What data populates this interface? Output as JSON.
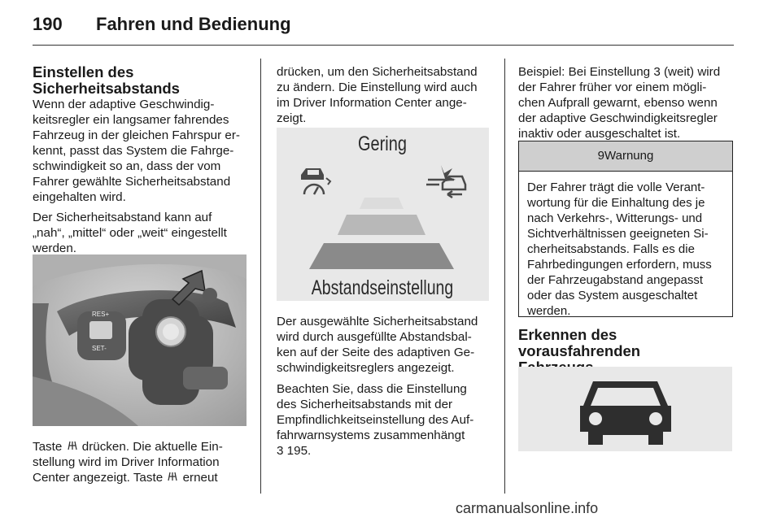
{
  "header": {
    "page_number": "190",
    "title": "Fahren und Bedienung"
  },
  "col1": {
    "heading_line1": "Einstellen des",
    "heading_line2": "Sicherheitsabstands",
    "para1": [
      "Wenn der adaptive Geschwindig-",
      "keitsregler ein langsamer fahrendes",
      "Fahrzeug in der gleichen Fahrspur er-",
      "kennt, passt das System die Fahrge-",
      "schwindigkeit so an, dass der vom",
      "Fahrer gewählte Sicherheitsabstand",
      "eingehalten wird."
    ],
    "para2": [
      "Der Sicherheitsabstand kann auf",
      "„nah“, „mittel“ oder „weit“ eingestellt",
      "werden."
    ],
    "steering_labels": {
      "res": "RES+",
      "set": "SET-"
    },
    "para3_line1_before": "Taste ",
    "para3_line1_after": " drücken. Die aktuelle Ein-",
    "para3_line2": "stellung wird im Driver Information",
    "para3_line3_before": "Center angezeigt. Taste ",
    "para3_line3_after": " erneut"
  },
  "col2": {
    "para1": [
      "drücken, um den Sicherheitsabstand",
      "zu ändern. Die Einstellung wird auch",
      "im Driver Information Center ange-",
      "zeigt."
    ],
    "display": {
      "top_label": "Gering",
      "bottom_label": "Abstandseinstellung"
    },
    "para2": [
      "Der ausgewählte Sicherheitsabstand",
      "wird durch ausgefüllte Abstandsbal-",
      "ken auf der Seite des adaptiven Ge-",
      "schwindigkeitsreglers angezeigt."
    ],
    "para3": [
      "Beachten Sie, dass die Einstellung",
      "des Sicherheitsabstands mit der",
      "Empfindlichkeitseinstellung des Auf-",
      "fahrwarnsystems zusammenhängt"
    ],
    "ref_arrow": "3",
    "ref_page": " 195."
  },
  "col3": {
    "para1": [
      "Beispiel: Bei Einstellung 3 (weit) wird",
      "der Fahrer früher vor einem mögli-",
      "chen Aufprall gewarnt, ebenso wenn",
      "der adaptive Geschwindigkeitsregler",
      "inaktiv oder ausgeschaltet ist."
    ],
    "warning": {
      "symbol": "9",
      "title": "Warnung",
      "lines": [
        "Der Fahrer trägt die volle Verant-",
        "wortung für die Einhaltung des je",
        "nach Verkehrs-, Witterungs- und",
        "Sichtverhältnissen geeigneten Si-",
        "cherheitsabstands. Falls es die",
        "Fahrbedingungen erfordern, muss",
        "der Fahrzeugabstand angepasst",
        "oder das System ausgeschaltet",
        "werden."
      ]
    },
    "heading_line1": "Erkennen des vorausfahrenden",
    "heading_line2": "Fahrzeugs"
  },
  "watermark": "carmanualsonline.info"
}
